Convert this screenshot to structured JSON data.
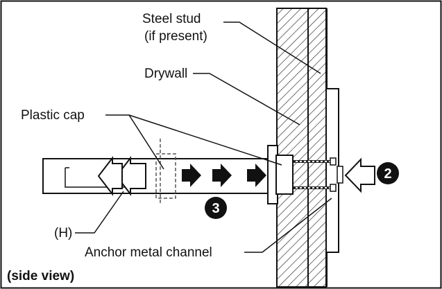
{
  "labels": {
    "steel_stud_line1": "Steel stud",
    "steel_stud_line2": "(if present)",
    "drywall": "Drywall",
    "plastic_cap": "Plastic cap",
    "h_label": "(H)",
    "anchor_channel": "Anchor metal channel",
    "view": "(side view)"
  },
  "markers": {
    "step_2": "2",
    "step_3": "3"
  }
}
